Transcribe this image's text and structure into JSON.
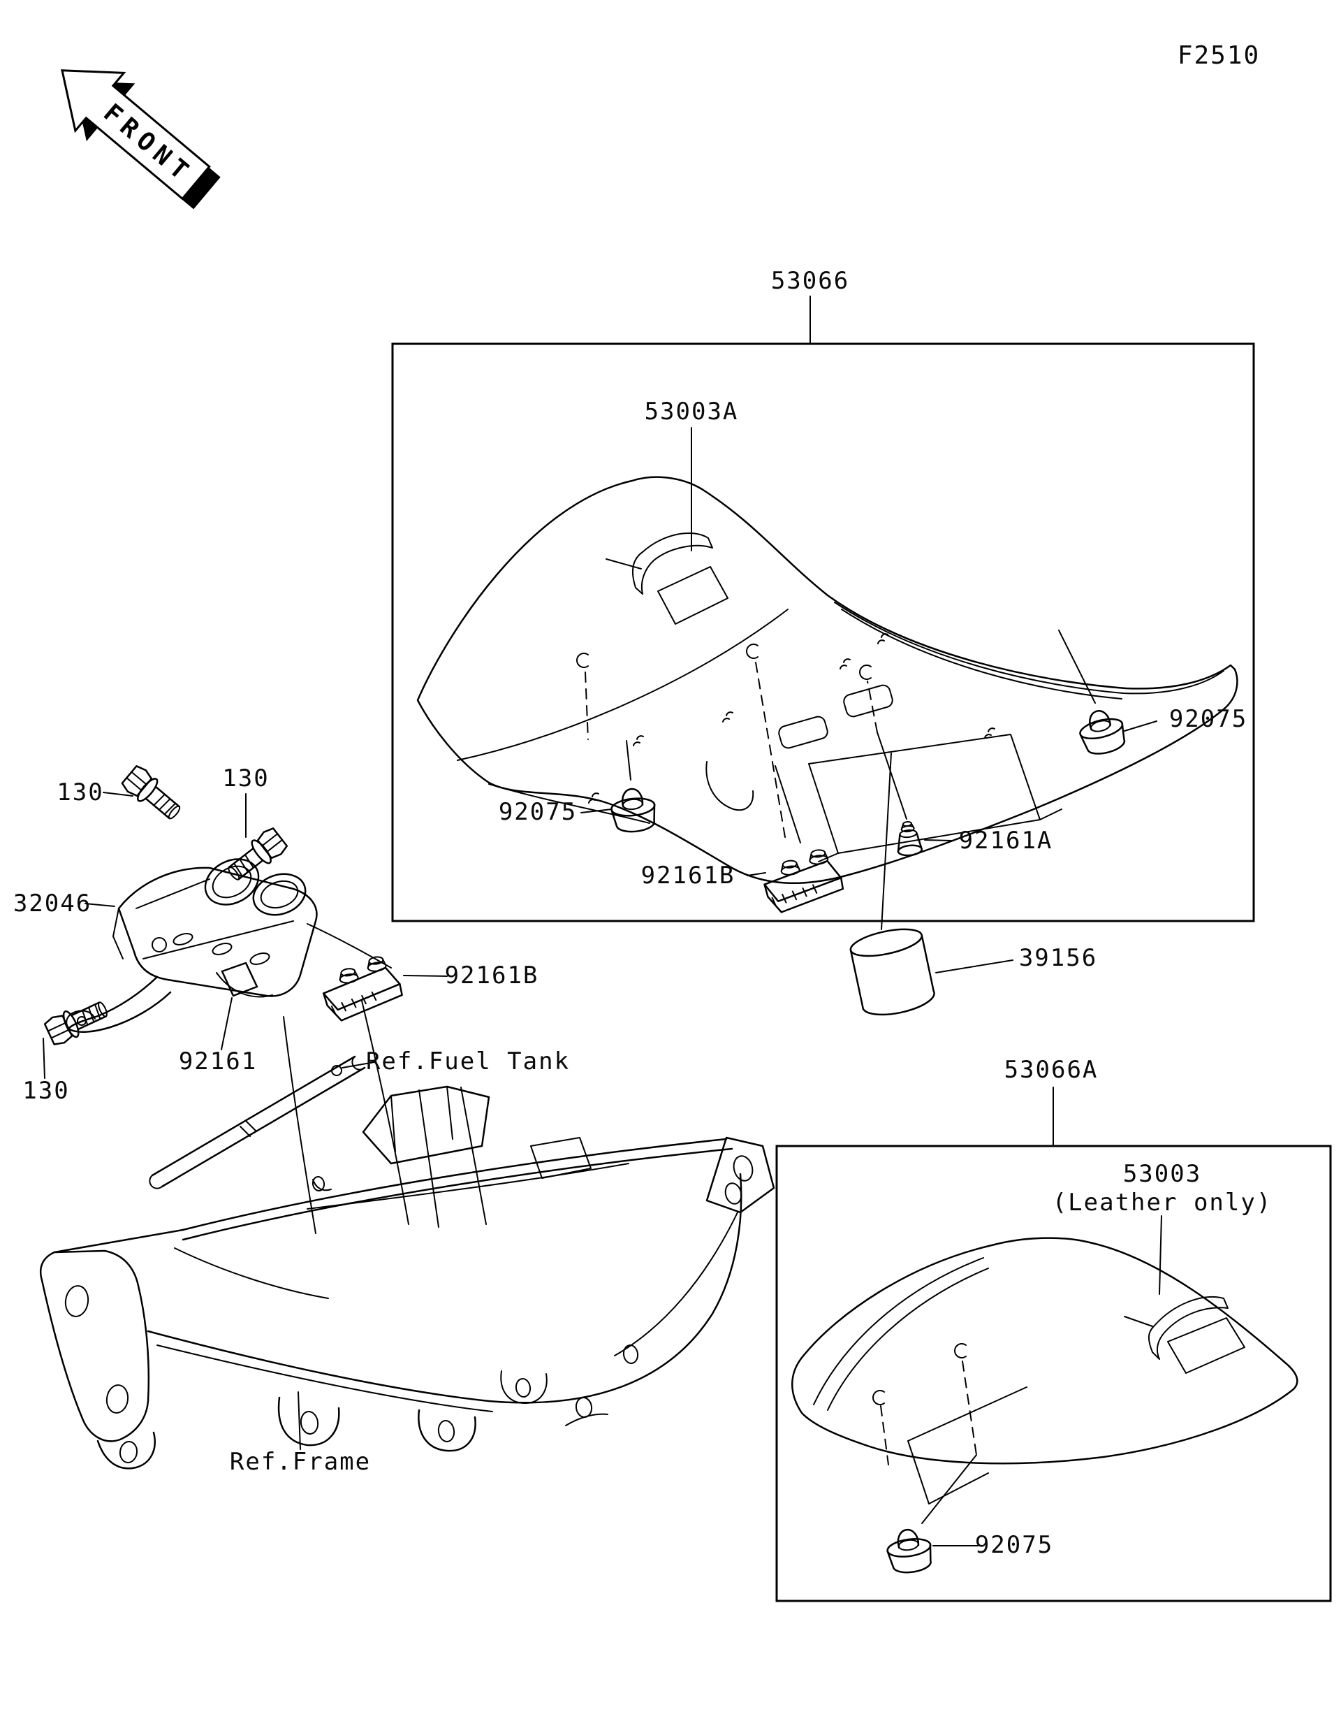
{
  "page": {
    "code": "F2510"
  },
  "orientation": {
    "front_label": "FRONT"
  },
  "callouts": {
    "c53066": "53066",
    "c53003a": "53003A",
    "c92075": "92075",
    "c92161b": "92161B",
    "c92161a": "92161A",
    "c39156": "39156",
    "c130": "130",
    "c32046": "32046",
    "c92161": "92161",
    "c53066a": "53066A",
    "c53003": "53003",
    "leather_only": "(Leather only)",
    "ref_fuel_tank": "Ref.Fuel Tank",
    "ref_frame": "Ref.Frame"
  }
}
